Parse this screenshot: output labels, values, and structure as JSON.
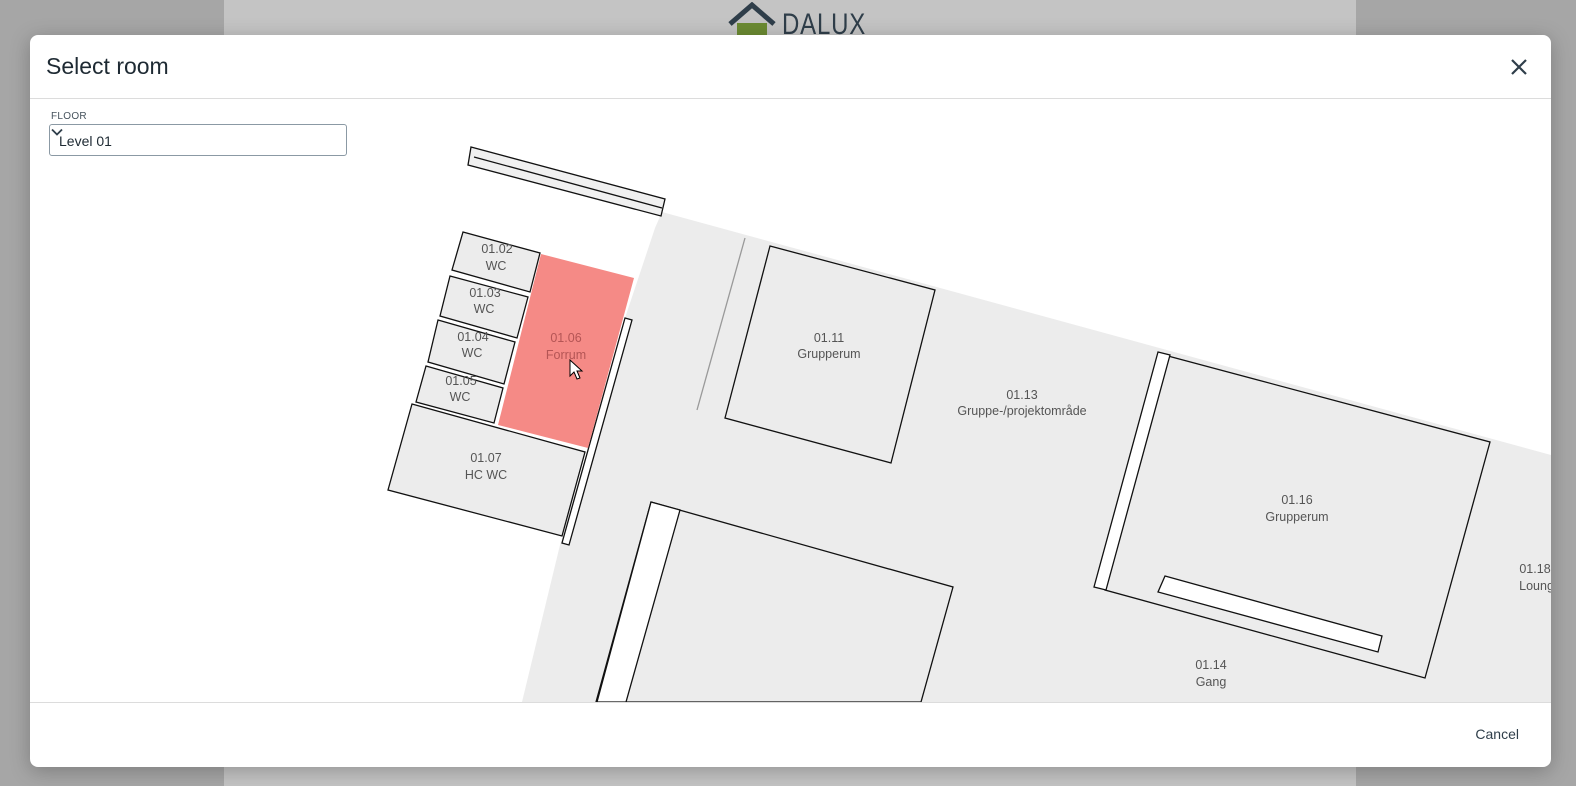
{
  "background": {
    "brand": "DALUX"
  },
  "dialog": {
    "title": "Select room",
    "floor_label": "FLOOR",
    "floor_value": "Level 01",
    "cancel_label": "Cancel"
  },
  "rooms": [
    {
      "number": "01.02",
      "name": "WC"
    },
    {
      "number": "01.03",
      "name": "WC"
    },
    {
      "number": "01.04",
      "name": "WC"
    },
    {
      "number": "01.05",
      "name": "WC"
    },
    {
      "number": "01.06",
      "name": "Forrum",
      "selected": true
    },
    {
      "number": "01.07",
      "name": "HC WC"
    },
    {
      "number": "01.11",
      "name": "Grupperum"
    },
    {
      "number": "01.13",
      "name": "Gruppe-/projektområde"
    },
    {
      "number": "01.14",
      "name": "Gang"
    },
    {
      "number": "01.16",
      "name": "Grupperum"
    },
    {
      "number": "01.18",
      "name": "Lounge"
    }
  ],
  "colors": {
    "selected_room": "#f58a86",
    "room_fill": "#ececec",
    "logo_green": "#6b8a32"
  }
}
